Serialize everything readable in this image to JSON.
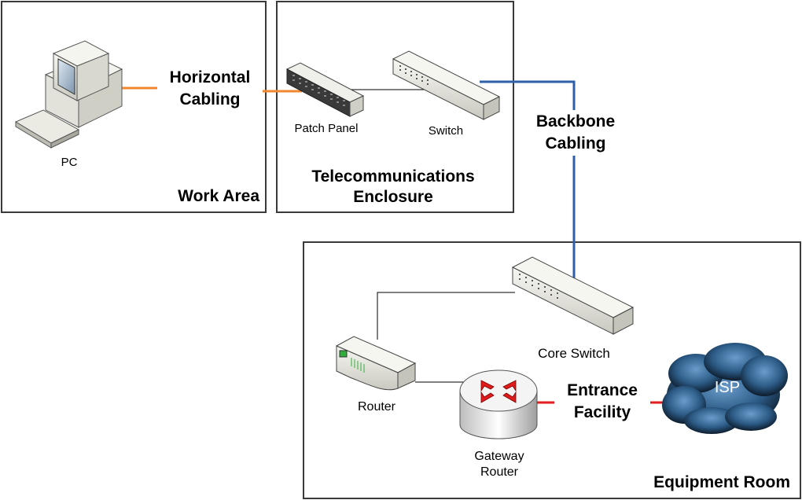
{
  "areas": {
    "work_area": "Work Area",
    "telecom_enclosure_line1": "Telecommunications",
    "telecom_enclosure_line2": "Enclosure",
    "equipment_room": "Equipment Room"
  },
  "cables": {
    "horizontal_line1": "Horizontal",
    "horizontal_line2": "Cabling",
    "backbone_line1": "Backbone",
    "backbone_line2": "Cabling",
    "entrance_line1": "Entrance",
    "entrance_line2": "Facility"
  },
  "devices": {
    "pc": "PC",
    "patch_panel": "Patch Panel",
    "switch": "Switch",
    "core_switch": "Core Switch",
    "router": "Router",
    "gateway_router_line1": "Gateway",
    "gateway_router_line2": "Router",
    "isp": "ISP"
  },
  "colors": {
    "horizontal_cable": "#f0872e",
    "backbone_cable": "#2e5fa8",
    "entrance_cable": "#e41e1e",
    "patch_link": "#000000",
    "router_arrows": "#e01b1b",
    "cloud": "#2b5277"
  }
}
